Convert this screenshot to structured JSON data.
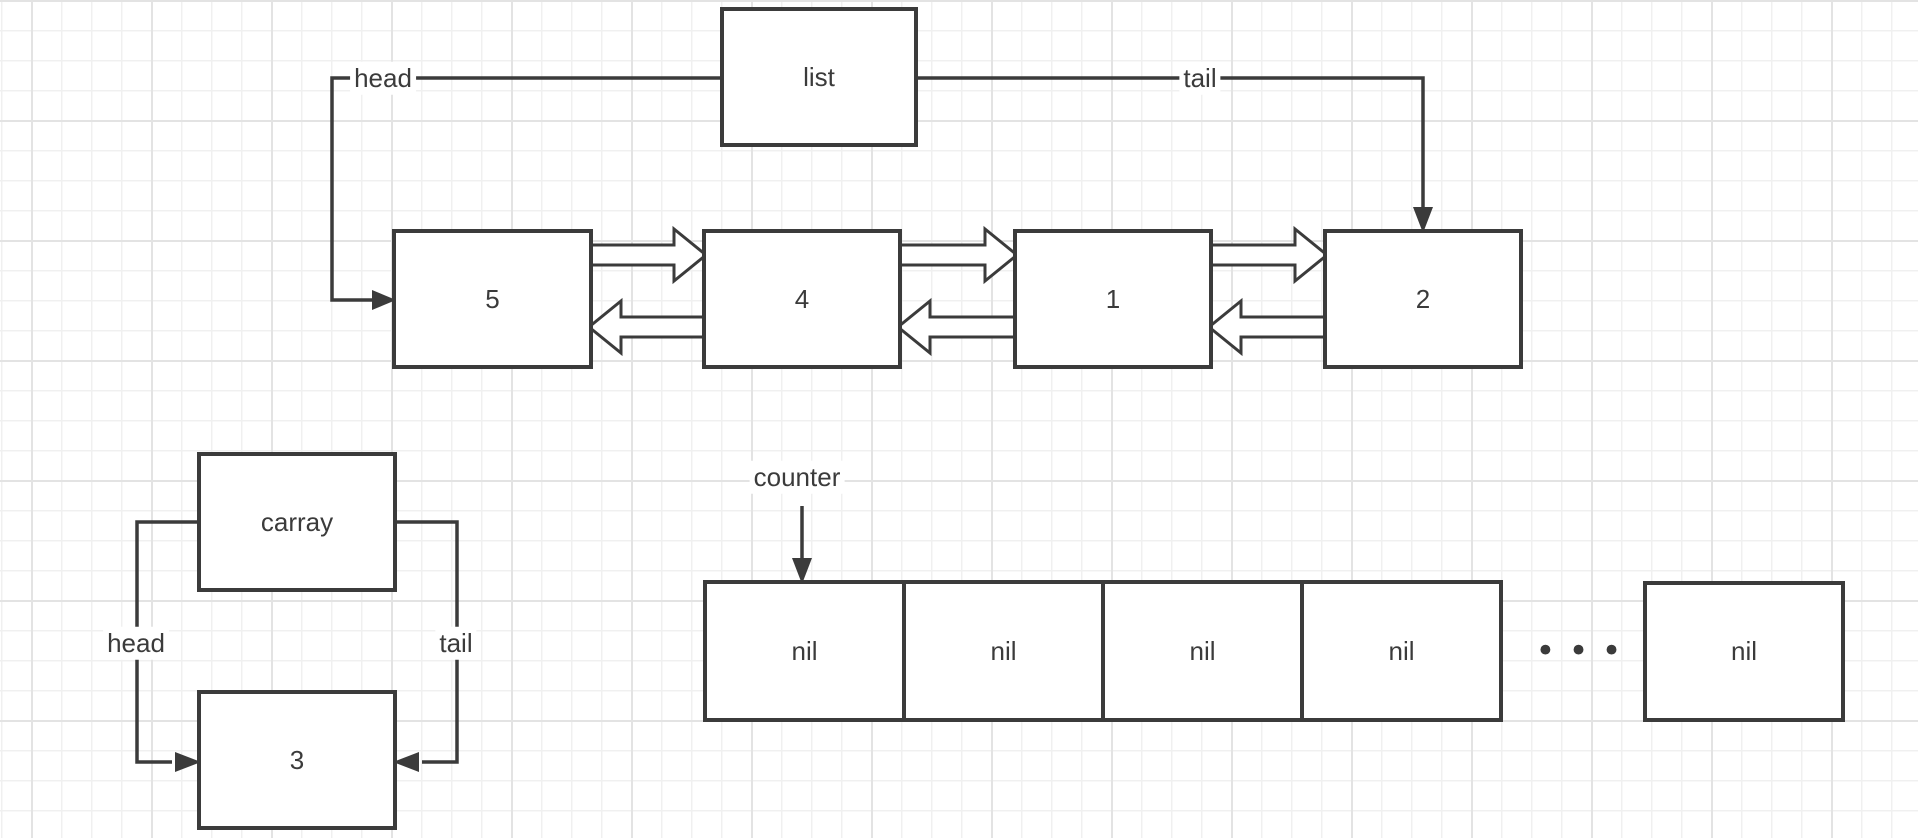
{
  "colors": {
    "stroke": "#3b3b3b",
    "text": "#3b3b3b",
    "canvas_bg": "#ffffff",
    "grid_minor": "#f0f0f0",
    "grid_major": "#e3e3e3"
  },
  "linked_list": {
    "title": "list",
    "head_label": "head",
    "tail_label": "tail",
    "nodes": [
      "5",
      "4",
      "1",
      "2"
    ]
  },
  "circular_array": {
    "title": "carray",
    "head_label": "head",
    "tail_label": "tail",
    "node": "3"
  },
  "counter_array": {
    "label": "counter",
    "cells": [
      "nil",
      "nil",
      "nil",
      "nil"
    ],
    "ellipsis": "•••",
    "tail_cell": "nil"
  }
}
